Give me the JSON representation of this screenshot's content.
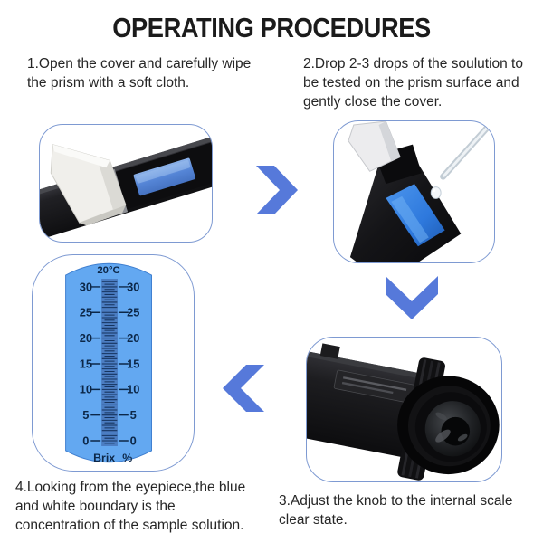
{
  "title": "OPERATING PROCEDURES",
  "steps": [
    {
      "name": "step-1",
      "lines": [
        "1.Open the cover and carefully wipe",
        "the prism with a soft cloth."
      ]
    },
    {
      "name": "step-2",
      "lines": [
        "2.Drop 2-3 drops of the soulution to",
        "be tested on the prism surface and",
        "gently close the cover."
      ]
    },
    {
      "name": "step-3",
      "lines": [
        "3.Adjust the knob to the internal scale",
        "clear state."
      ]
    },
    {
      "name": "step-4",
      "lines": [
        "4.Looking from the eyepiece,the blue",
        "and white boundary is the",
        "concentration of the sample solution."
      ]
    }
  ],
  "scale": {
    "temperature_label": "20°C",
    "unit_label_left": "Brix",
    "unit_label_right": "%",
    "major_labels": [
      30,
      25,
      20,
      15,
      10,
      5,
      0
    ],
    "range_min": 0,
    "range_max": 32,
    "minor_step": 0.5
  },
  "figures": [
    {
      "name": "open-cover-photo"
    },
    {
      "name": "drop-solution-photo"
    },
    {
      "name": "eyepiece-knob-photo"
    }
  ],
  "icons": {
    "arrow_right": "chevron-right-icon",
    "arrow_down": "chevron-down-icon",
    "arrow_left": "chevron-left-icon"
  },
  "colors": {
    "arrow": "#5679da",
    "card_border": "#7e9ad2",
    "scale_fill": "#63a8f1",
    "scale_stroke": "#3f7fd0",
    "ruler_fill": "#4b7dc2",
    "tick": "#16345f",
    "scale_text": "#0c2748",
    "title_text": "#1b1b1b",
    "body_text": "#262626"
  }
}
